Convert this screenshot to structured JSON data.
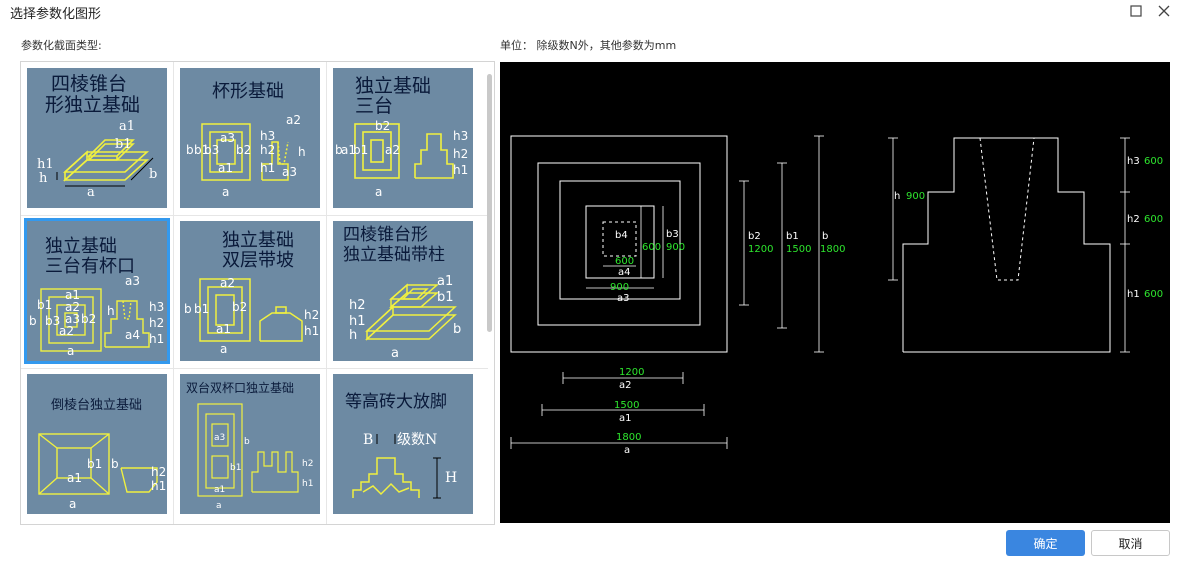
{
  "window": {
    "title": "选择参数化图形"
  },
  "labels": {
    "section_types": "参数化截面类型:",
    "unit_note": "单位：  除级数N外，其他参数为mm"
  },
  "tiles": [
    {
      "title_line1": "四棱锥台",
      "title_line2": "形独立基础",
      "dims": [
        "a1",
        "b1",
        "h1",
        "h",
        "a",
        "b"
      ]
    },
    {
      "title_line1": "杯形基础",
      "title_line2": "",
      "dims": [
        "a2",
        "b3",
        "a3",
        "b2",
        "a1",
        "b1",
        "b",
        "a",
        "h3",
        "h2",
        "h1",
        "h",
        "a3"
      ]
    },
    {
      "title_line1": "独立基础",
      "title_line2": "三台",
      "dims": [
        "b2",
        "a1",
        "b1",
        "a2",
        "a",
        "b",
        "h3",
        "h2",
        "h1"
      ]
    },
    {
      "title_line1": "独立基础",
      "title_line2": "三台有杯口",
      "dims": [
        "a3",
        "a1",
        "a2",
        "b1",
        "a3",
        "b2",
        "b3",
        "b",
        "a2",
        "a",
        "h3",
        "h2",
        "h1",
        "h",
        "a4"
      ]
    },
    {
      "title_line1": "独立基础",
      "title_line2": "双层带坡",
      "dims": [
        "a2",
        "b2",
        "b1",
        "a1",
        "b",
        "a",
        "h2",
        "h1"
      ]
    },
    {
      "title_line1": "四棱锥台形",
      "title_line2": "独立基础带柱",
      "dims": [
        "a1",
        "b1",
        "h2",
        "h1",
        "h",
        "a",
        "b"
      ]
    },
    {
      "title_line1": "倒棱台独立基础",
      "title_line2": "",
      "dims": [
        "a1",
        "b1",
        "b",
        "a",
        "h2",
        "h1"
      ]
    },
    {
      "title_line1": "双台双杯口独立基础",
      "title_line2": "",
      "dims": [
        "a3",
        "a1",
        "b1",
        "b",
        "a",
        "h2",
        "h1"
      ]
    },
    {
      "title_line1": "等高砖大放脚",
      "title_line2": "",
      "dims": [
        "B",
        "级数N",
        "H"
      ]
    }
  ],
  "preview": {
    "plan_labels": {
      "b4": "b4",
      "b4_val": "600",
      "b3": "b3",
      "b3_val": "900",
      "b2": "b2",
      "b2_val": "1200",
      "b1": "b1",
      "b1_val": "1500",
      "b": "b",
      "b_val": "1800",
      "a4_val": "600",
      "a4": "a4",
      "a3_val": "900",
      "a3": "a3",
      "a2_val": "1200",
      "a2": "a2",
      "a1_val": "1500",
      "a1": "a1",
      "a_val": "1800",
      "a": "a"
    },
    "section_labels": {
      "h": "h",
      "h_val": "900",
      "h3": "h3",
      "h3_val": "600",
      "h2": "h2",
      "h2_val": "600",
      "h1": "h1",
      "h1_val": "600"
    }
  },
  "buttons": {
    "ok": "确定",
    "cancel": "取消"
  },
  "colors": {
    "tile_bg": "#6d8aa3",
    "accent": "#3a86e0",
    "cad_dim_value": "#2ee62e",
    "selection": "#3399ee"
  }
}
